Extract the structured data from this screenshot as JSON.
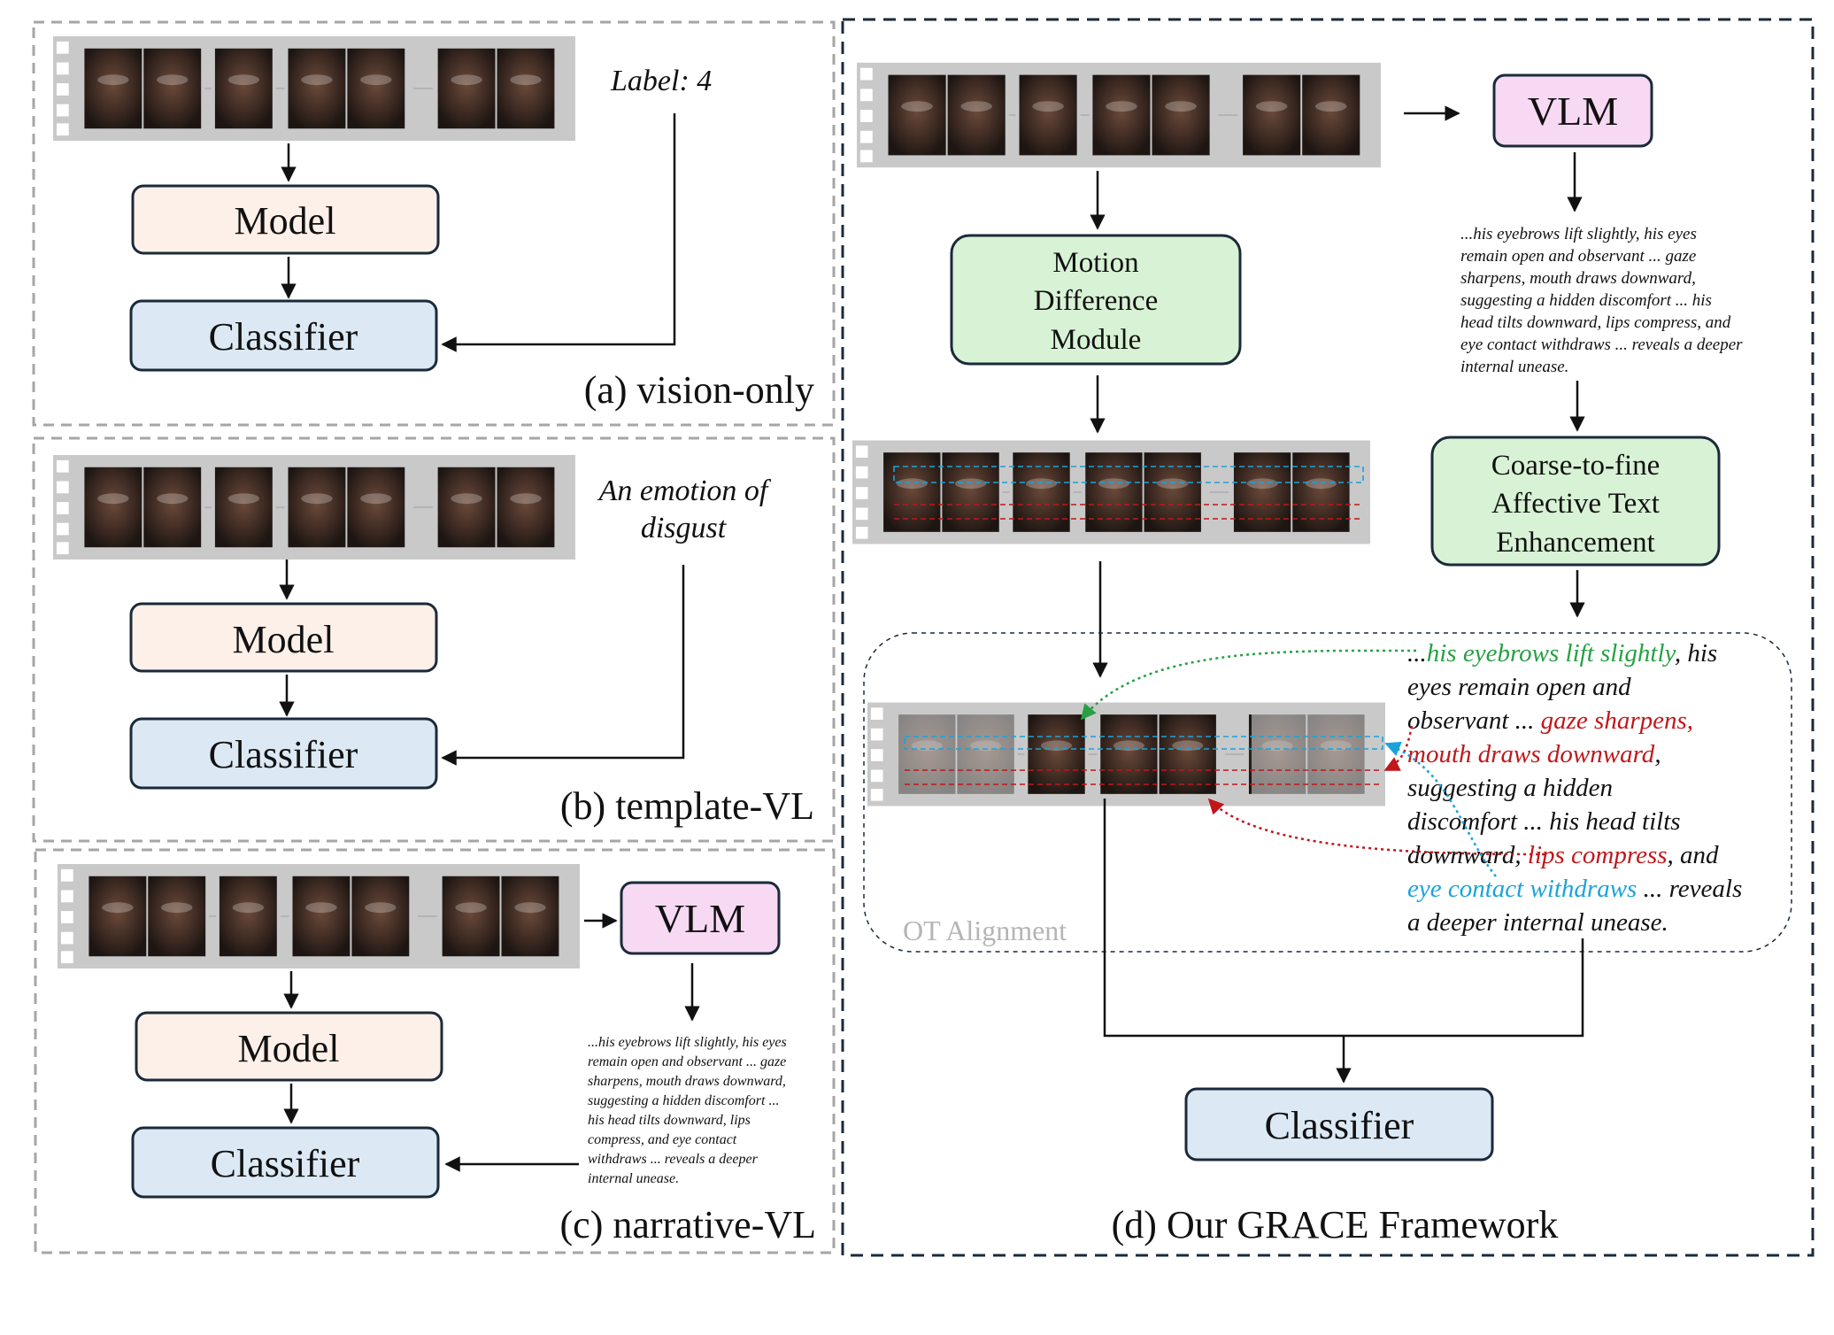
{
  "colors": {
    "model_fill": "#fdf0e8",
    "classifier_fill": "#dce9f5",
    "vlm_fill": "#f7d9f3",
    "module_fill": "#d8f2d5",
    "box_stroke": "#1b2a3a",
    "film_strip": "#c9c9c9",
    "panel_gray_dash": "#a6a6a6",
    "panel_dark_dash": "#1b2a3a",
    "green_text": "#27a045",
    "red_text": "#c0171b",
    "blue_text": "#1aa3d9"
  },
  "panel_a": {
    "label_text": "Label: 4",
    "model": "Model",
    "classifier": "Classifier",
    "caption": "(a) vision-only"
  },
  "panel_b": {
    "label_line1": "An emotion of",
    "label_line2": "disgust",
    "model": "Model",
    "classifier": "Classifier",
    "caption": "(b) template-VL"
  },
  "panel_c": {
    "vlm": "VLM",
    "model": "Model",
    "classifier": "Classifier",
    "caption": "(c) narrative-VL",
    "narrative_lines": [
      "...his eyebrows lift slightly, his eyes",
      "remain open and observant ... gaze",
      "sharpens, mouth draws downward,",
      "suggesting a hidden discomfort ...",
      "his head tilts downward, lips",
      "compress, and eye contact",
      "withdraws ... reveals a deeper",
      "internal unease."
    ]
  },
  "panel_d": {
    "vlm": "VLM",
    "motion_line1": "Motion",
    "motion_line2": "Difference",
    "motion_line3": "Module",
    "coarse_line1": "Coarse-to-fine",
    "coarse_line2": "Affective Text",
    "coarse_line3": "Enhancement",
    "narrative_lines": [
      "...his eyebrows lift slightly, his eyes",
      "remain open and observant ... gaze",
      "sharpens, mouth draws downward,",
      "suggesting a hidden discomfort ... his",
      "head tilts downward, lips compress, and",
      "eye contact withdraws ... reveals a deeper",
      "internal unease."
    ],
    "ot_label": "OT Alignment",
    "enhanced_text": {
      "l1_dots": "...",
      "l1_green": "his eyebrows lift slightly",
      "l1_rest": ", his",
      "l2": "eyes remain open and",
      "l3_a": "observant ... ",
      "l3_red": "gaze sharpens,",
      "l4_red": "mouth draws downward",
      "l4_rest": ",",
      "l5": "suggesting a hidden",
      "l6": "discomfort ... his head tilts",
      "l7_a": "downward, ",
      "l7_red": "lips compress",
      "l7_rest": ", and",
      "l8_blue": "eye contact withdraws",
      "l8_rest": " ... reveals",
      "l9": "a deeper internal unease."
    },
    "classifier": "Classifier",
    "caption": "(d) Our GRACE Framework"
  }
}
